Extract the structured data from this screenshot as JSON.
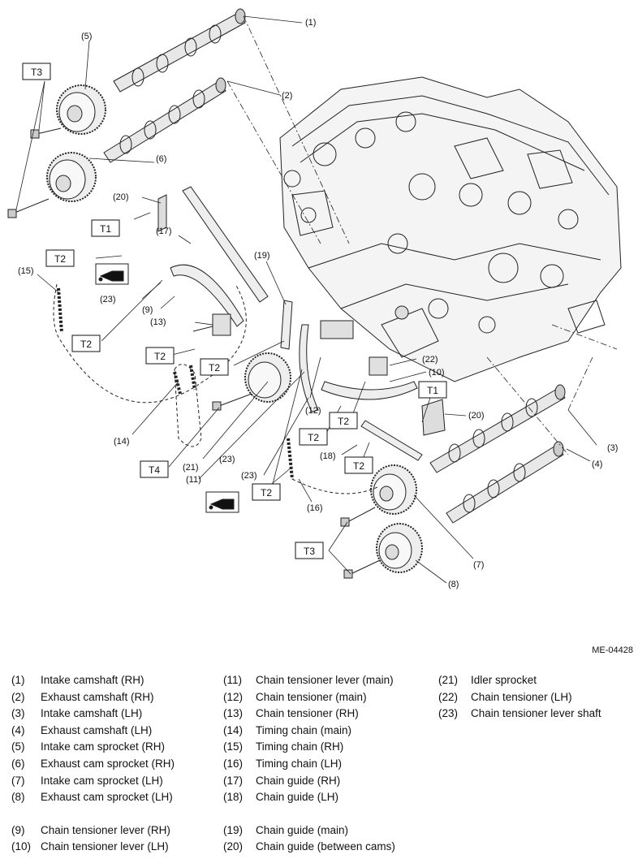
{
  "figure_id": "ME-04428",
  "torque_labels": {
    "t1": "T1",
    "t2": "T2",
    "t3": "T3",
    "t4": "T4"
  },
  "callouts": {
    "c1": "(1)",
    "c2": "(2)",
    "c3": "(3)",
    "c4": "(4)",
    "c5": "(5)",
    "c6": "(6)",
    "c7": "(7)",
    "c8": "(8)",
    "c9": "(9)",
    "c10": "(10)",
    "c11": "(11)",
    "c12": "(12)",
    "c13": "(13)",
    "c14": "(14)",
    "c15": "(15)",
    "c16": "(16)",
    "c17": "(17)",
    "c18": "(18)",
    "c19": "(19)",
    "c20": "(20)",
    "c21": "(21)",
    "c22": "(22)",
    "c23": "(23)"
  },
  "legend": {
    "col1": [
      {
        "num": "(1)",
        "label": "Intake camshaft (RH)"
      },
      {
        "num": "(2)",
        "label": "Exhaust camshaft (RH)"
      },
      {
        "num": "(3)",
        "label": "Intake camshaft (LH)"
      },
      {
        "num": "(4)",
        "label": "Exhaust camshaft (LH)"
      },
      {
        "num": "(5)",
        "label": "Intake cam sprocket (RH)"
      },
      {
        "num": "(6)",
        "label": "Exhaust cam sprocket (RH)"
      },
      {
        "num": "(7)",
        "label": "Intake cam sprocket (LH)"
      },
      {
        "num": "(8)",
        "label": "Exhaust cam sprocket (LH)"
      },
      {
        "num": "(9)",
        "label": "Chain tensioner lever (RH)"
      },
      {
        "num": "(10)",
        "label": "Chain tensioner lever (LH)"
      }
    ],
    "col2": [
      {
        "num": "(11)",
        "label": "Chain tensioner lever (main)"
      },
      {
        "num": "(12)",
        "label": "Chain tensioner (main)"
      },
      {
        "num": "(13)",
        "label": "Chain tensioner (RH)"
      },
      {
        "num": "(14)",
        "label": "Timing chain (main)"
      },
      {
        "num": "(15)",
        "label": "Timing chain (RH)"
      },
      {
        "num": "(16)",
        "label": "Timing chain (LH)"
      },
      {
        "num": "(17)",
        "label": "Chain guide (RH)"
      },
      {
        "num": "(18)",
        "label": "Chain guide (LH)"
      },
      {
        "num": "(19)",
        "label": "Chain guide (main)"
      },
      {
        "num": "(20)",
        "label": "Chain guide (between cams)"
      }
    ],
    "col3": [
      {
        "num": "(21)",
        "label": "Idler sprocket"
      },
      {
        "num": "(22)",
        "label": "Chain tensioner (LH)"
      },
      {
        "num": "(23)",
        "label": "Chain tensioner lever shaft"
      }
    ]
  }
}
